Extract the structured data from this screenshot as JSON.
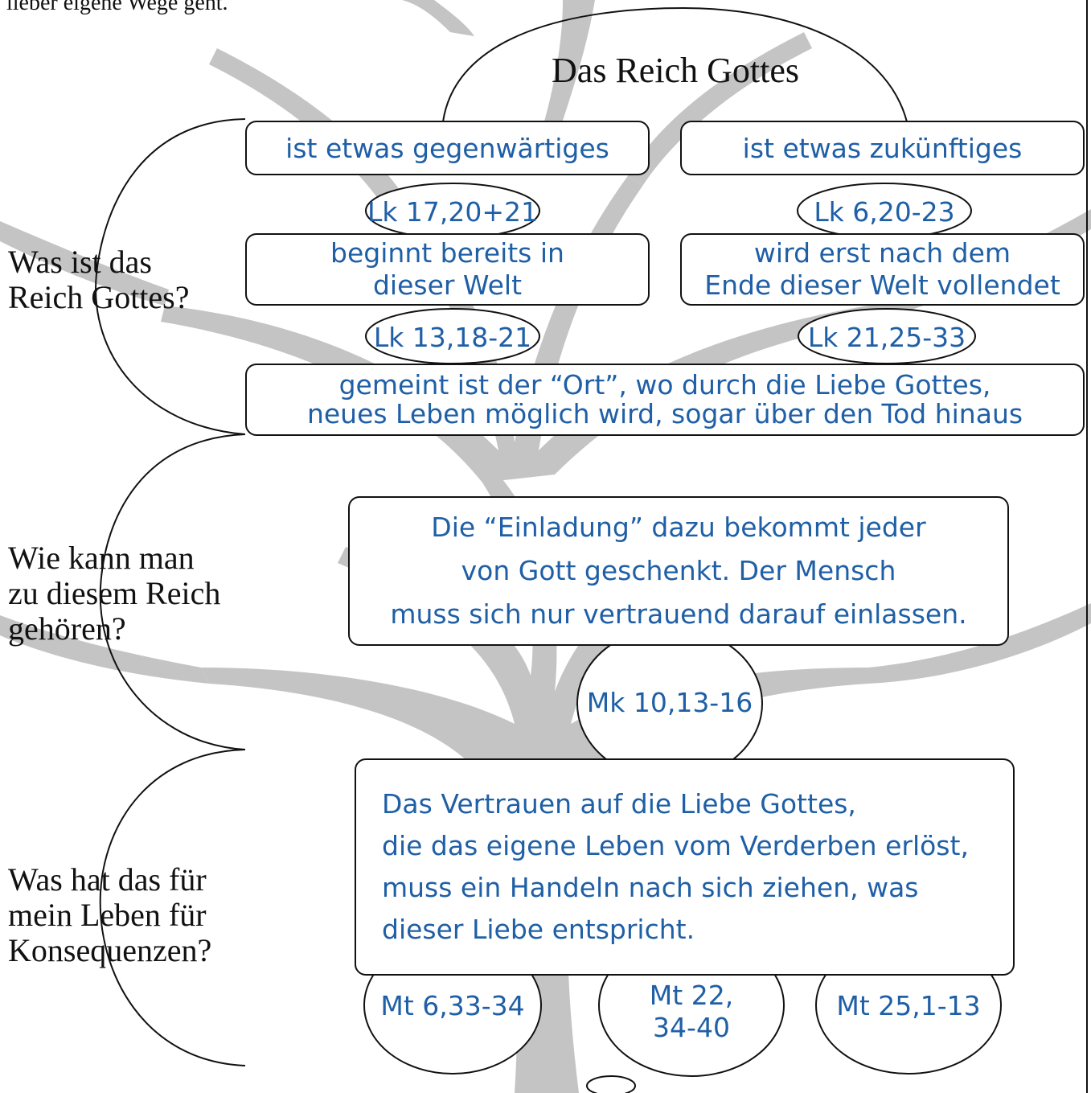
{
  "top_note": "lieber eigene Wege geht.",
  "title": "Das Reich Gottes",
  "questions": {
    "q1": [
      "Was ist das",
      "Reich Gottes?"
    ],
    "q2": [
      "Wie kann man",
      "zu diesem Reich",
      "gehören?"
    ],
    "q3": [
      "Was hat das für",
      "mein Leben für",
      "Konsequenzen?"
    ]
  },
  "boxes": {
    "present": "ist etwas gegenwärtiges",
    "future": "ist etwas zukünftiges",
    "begins": [
      "beginnt bereits in",
      "dieser Welt"
    ],
    "completed": [
      "wird erst nach dem",
      "Ende dieser Welt vollendet"
    ],
    "meant": [
      "gemeint ist der “Ort”, wo durch die Liebe Gottes,",
      "neues Leben möglich wird, sogar über den Tod hinaus"
    ],
    "invitation": [
      "Die “Einladung” dazu bekommt jeder",
      "von Gott geschenkt. Der Mensch",
      "muss sich nur vertrauend darauf einlassen."
    ],
    "trust": [
      "Das Vertrauen auf die Liebe Gottes,",
      "die das eigene Leben vom Verderben erlöst,",
      "muss ein Handeln nach sich ziehen, was",
      "dieser Liebe entspricht."
    ]
  },
  "refs": {
    "lk17": "Lk 17,20+21",
    "lk6": "Lk 6,20-23",
    "lk13": "Lk 13,18-21",
    "lk21": "Lk 21,25-33",
    "mk10": "Mk 10,13-16",
    "mt6": "Mt 6,33-34",
    "mt22": [
      "Mt 22,",
      "34-40"
    ],
    "mt25": "Mt 25,1-13"
  }
}
